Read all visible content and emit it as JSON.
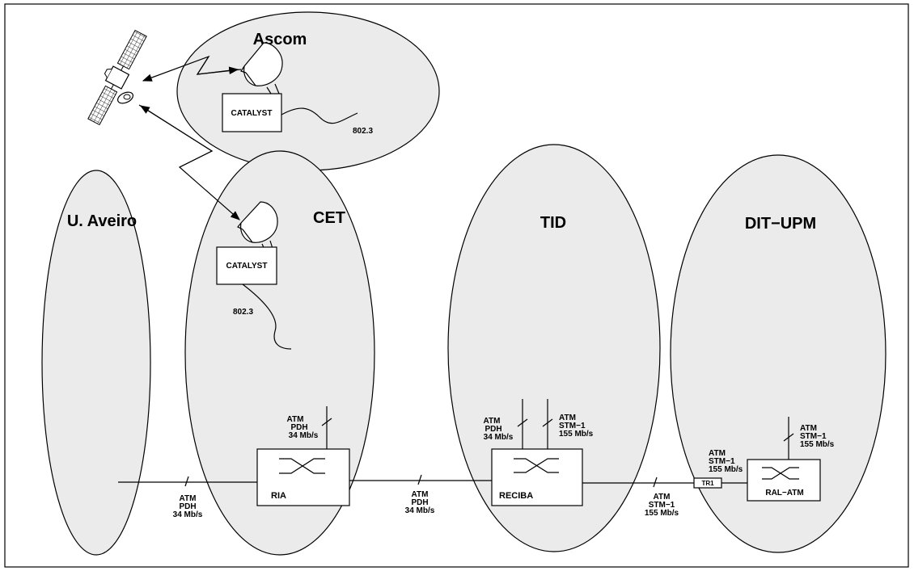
{
  "domains": {
    "ascom": "Ascom",
    "u_aveiro": "U. Aveiro",
    "cet": "CET",
    "tid": "TID",
    "dit_upm": "DIT−UPM"
  },
  "devices": {
    "catalyst_ascom": "CATALYST",
    "catalyst_cet": "CATALYST",
    "ria": "RIA",
    "reciba": "RECIBA",
    "ral_atm": "RAL−ATM",
    "tr1": "TR1"
  },
  "ethernet": {
    "ascom": "802.3",
    "cet": "802.3"
  },
  "links": {
    "aveiro_ria": [
      "ATM",
      "PDH",
      "34 Mb/s"
    ],
    "ria_up": [
      "ATM",
      "PDH",
      "34 Mb/s"
    ],
    "ria_reciba": [
      "ATM",
      "PDH",
      "34 Mb/s"
    ],
    "reciba_up_left": [
      "ATM",
      "PDH",
      "34 Mb/s"
    ],
    "reciba_up_right": [
      "ATM",
      "STM−1",
      "155 Mb/s"
    ],
    "reciba_tr1": [
      "ATM",
      "STM−1",
      "155 Mb/s"
    ],
    "tr1_ralatm": [
      "ATM",
      "STM−1",
      "155 Mb/s"
    ],
    "ralatm_up": [
      "ATM",
      "STM−1",
      "155 Mb/s"
    ]
  }
}
